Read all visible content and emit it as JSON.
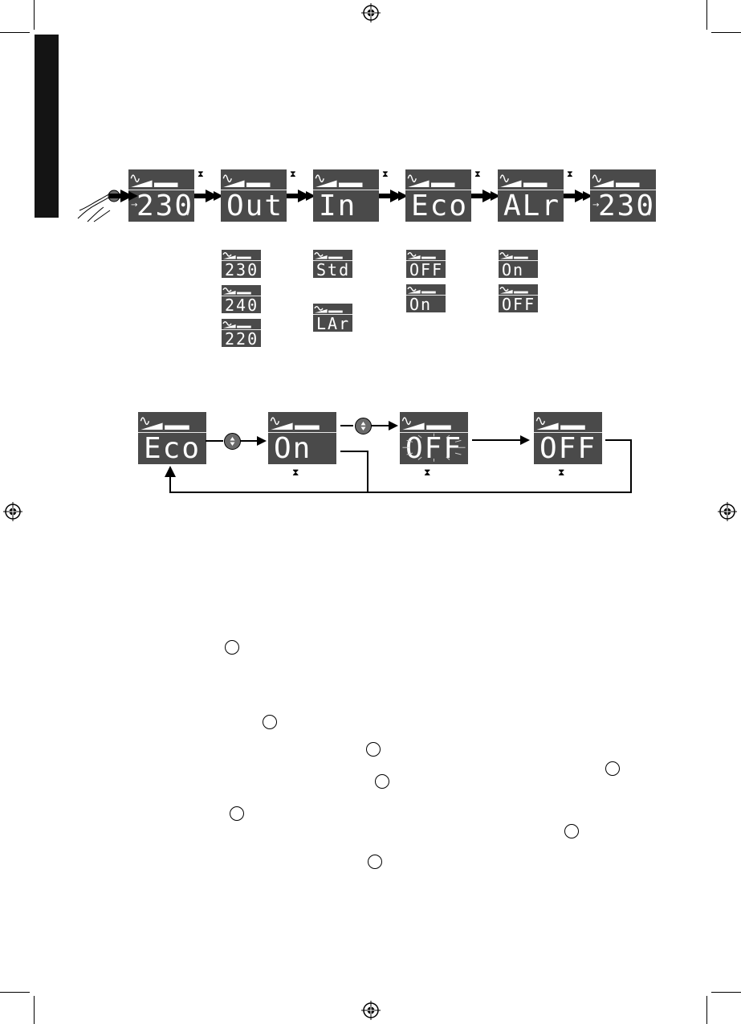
{
  "main_sequence": [
    {
      "text": "230",
      "unit": "v",
      "plug": true
    },
    {
      "text": "Out"
    },
    {
      "text": "In"
    },
    {
      "text": "Eco"
    },
    {
      "text": "ALr"
    },
    {
      "text": "230",
      "unit": "v",
      "plug": true
    }
  ],
  "out_options": [
    "230",
    "240",
    "220"
  ],
  "in_options": [
    "Std",
    "LAr"
  ],
  "eco_options": [
    "OFF",
    "On"
  ],
  "alr_options": [
    "On",
    "OFF"
  ],
  "eco_flow": [
    "Eco",
    "On",
    "OFF",
    "OFF"
  ],
  "icons": {
    "hourglass": "hourglass-icon",
    "registration": "registration-mark-icon",
    "sine": "sine-wave-icon",
    "hand": "pressing-finger-icon",
    "up_down": "up-down-button-icon"
  },
  "colors": {
    "lcd_bg": "#4a4a4a",
    "lcd_text": "#ffffff",
    "ink": "#000000"
  }
}
